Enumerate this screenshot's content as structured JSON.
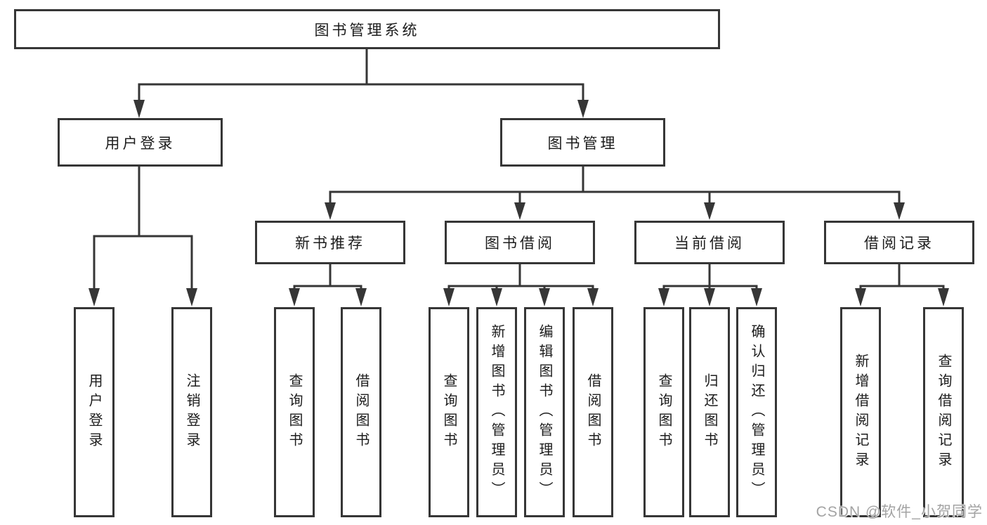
{
  "watermark": "CSDN @软件_小贺同学",
  "colors": {
    "line": "#363636",
    "text": "#1c1c1c",
    "background": "#ffffff"
  },
  "tree": {
    "root": {
      "label": "图书管理系统"
    },
    "branches": [
      {
        "label": "用户登录",
        "children": [
          {
            "label": "用户登录"
          },
          {
            "label": "注销登录"
          }
        ]
      },
      {
        "label": "图书管理",
        "children": [
          {
            "label": "新书推荐",
            "children": [
              {
                "label": "查询图书"
              },
              {
                "label": "借阅图书"
              }
            ]
          },
          {
            "label": "图书借阅",
            "children": [
              {
                "label": "查询图书"
              },
              {
                "label": "新增图书（管理员）"
              },
              {
                "label": "编辑图书（管理员）"
              },
              {
                "label": "借阅图书"
              }
            ]
          },
          {
            "label": "当前借阅",
            "children": [
              {
                "label": "查询图书"
              },
              {
                "label": "归还图书"
              },
              {
                "label": "确认归还（管理员）"
              }
            ]
          },
          {
            "label": "借阅记录",
            "children": [
              {
                "label": "新增借阅记录"
              },
              {
                "label": "查询借阅记录"
              }
            ]
          }
        ]
      }
    ]
  }
}
